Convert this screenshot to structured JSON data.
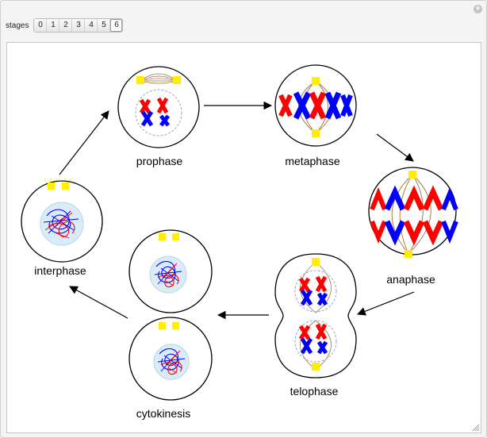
{
  "controls": {
    "label": "stages",
    "options": [
      "0",
      "1",
      "2",
      "3",
      "4",
      "5",
      "6"
    ],
    "selected": "6"
  },
  "stages": {
    "prophase": "prophase",
    "metaphase": "metaphase",
    "anaphase": "anaphase",
    "telophase": "telophase",
    "cytokinesis": "cytokinesis",
    "interphase": "interphase"
  },
  "colors": {
    "chromosome_red": "#ff0000",
    "chromosome_blue": "#0000ff",
    "centrosome": "#ffee00",
    "spindle": "#a0703a",
    "nucleus_fill": "#d9ecfb",
    "envelope": "#9aa6c8"
  },
  "icons": {
    "add": "plus-icon",
    "resize": "resize-grip-icon"
  }
}
